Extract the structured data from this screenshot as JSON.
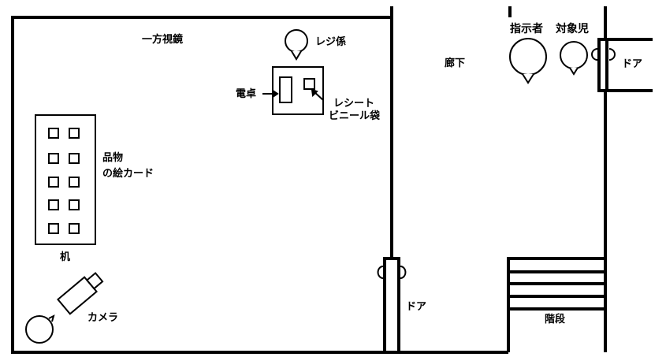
{
  "labels": {
    "mirror": "一方視鏡",
    "cashier": "レジ係",
    "calculator": "電卓",
    "receipt_line1": "レシート",
    "receipt_line2": "ビニール袋",
    "picture_cards_line1": "品物",
    "picture_cards_line2": "の絵カード",
    "desk": "机",
    "camera": "カメラ",
    "corridor": "廊下",
    "instructor": "指示者",
    "subject": "対象児",
    "door_top": "ドア",
    "door_bottom": "ドア",
    "stairs": "階段"
  },
  "colors": {
    "line": "#000000",
    "background": "#ffffff"
  }
}
